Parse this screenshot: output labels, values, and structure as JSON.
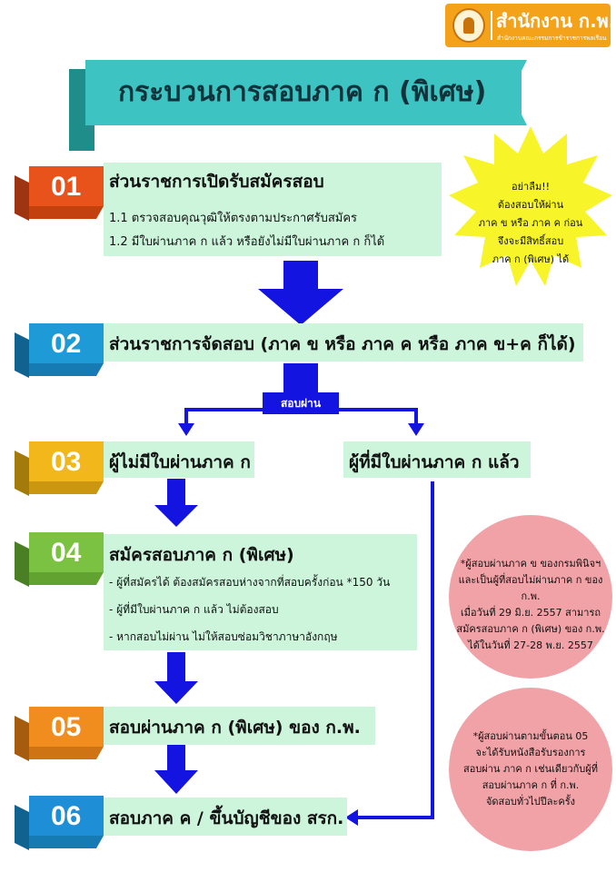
{
  "logo": {
    "name": "สำนักงาน ก.พ.",
    "subtitle": "สำนักงานคณะกรรมการข้าราชการพลเรือน"
  },
  "title": "กระบวนการสอบภาค ก (พิเศษ)",
  "reminder": {
    "lines": [
      "อย่าลืม!!",
      "ต้องสอบให้ผ่าน",
      "ภาค ข หรือ ภาค ค ก่อน",
      "จึงจะมีสิทธิ์สอบ",
      "ภาค ก (พิเศษ) ได้"
    ]
  },
  "steps": {
    "s01": {
      "num": "01",
      "title": "ส่วนราชการเปิดรับสมัครสอบ",
      "items": [
        "1.1  ตรวจสอบคุณวุฒิให้ตรงตามประกาศรับสมัคร",
        "1.2  มีใบผ่านภาค ก แล้ว หรือยังไม่มีใบผ่านภาค ก ก็ได้"
      ]
    },
    "s02": {
      "num": "02",
      "title": "ส่วนราชการจัดสอบ (ภาค ข หรือ ภาค ค   หรือ ภาค ข+ค ก็ได้)"
    },
    "pass_label": "สอบผ่าน",
    "s03": {
      "num": "03",
      "title": "ผู้ไม่มีใบผ่านภาค ก"
    },
    "has_pass": "ผู้ที่มีใบผ่านภาค ก แล้ว",
    "s04": {
      "num": "04",
      "title": "สมัครสอบภาค ก (พิเศษ)",
      "items": [
        "- ผู้ที่สมัครได้ ต้องสมัครสอบห่างจากที่สอบครั้งก่อน *150 วัน",
        "- ผู้ที่มีใบผ่านภาค ก แล้ว ไม่ต้องสอบ",
        "- หากสอบไม่ผ่าน ไม่ให้สอบซ่อมวิชาภาษาอังกฤษ"
      ]
    },
    "s05": {
      "num": "05",
      "title": "สอบผ่านภาค ก (พิเศษ) ของ ก.พ."
    },
    "s06": {
      "num": "06",
      "title": "สอบภาค ค / ขึ้นบัญชีของ สรก."
    }
  },
  "notes": {
    "note1": [
      "*ผู้สอบผ่านภาค ข ของกรมพินิจฯ",
      "และเป็นผู้ที่สอบไม่ผ่านภาค ก ของ ก.พ.",
      "เมื่อวันที่ 29 มิ.ย. 2557 สามารถ",
      "สมัครสอบภาค ก (พิเศษ) ของ ก.พ.",
      "ได้ในวันที่ 27-28 พ.ย. 2557"
    ],
    "note2": [
      "*ผู้สอบผ่านตามขั้นตอน 05",
      "จะได้รับหนังสือรับรองการ",
      "สอบผ่าน ภาค ก เช่นเดียวกับผู้ที่",
      "สอบผ่านภาค ก ที่ ก.พ.",
      "จัดสอบทั่วไปปีละครั้ง"
    ]
  },
  "colors": {
    "step01": "#e8521b",
    "step02": "#1e9ad6",
    "step03": "#f2b71a",
    "step04": "#7cc242",
    "step05": "#f08d1e",
    "step06": "#1e8fd6",
    "arrow": "#1414e0",
    "box": "#ccf5dc",
    "banner": "#3dc3c2",
    "star": "#f7f52a",
    "circle": "#f1a2a7"
  }
}
